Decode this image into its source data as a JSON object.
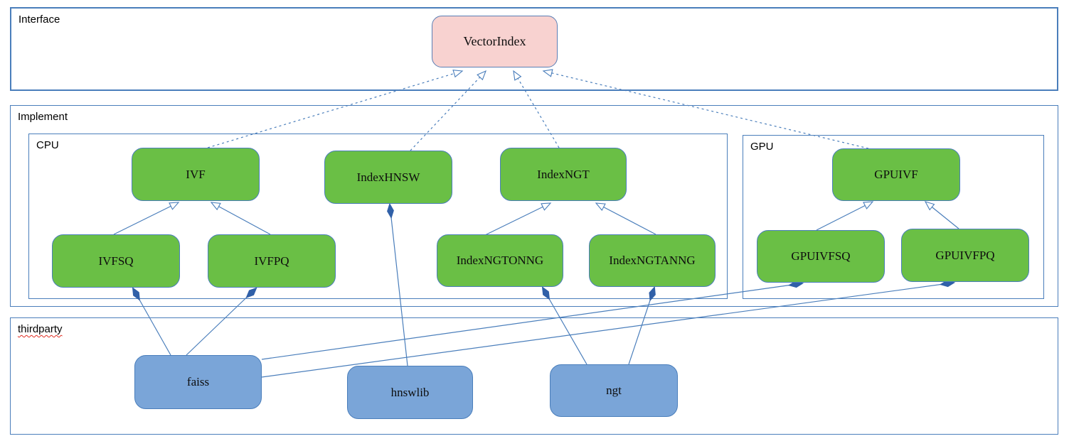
{
  "diagram": {
    "containers": {
      "interface": {
        "label": "Interface"
      },
      "implement": {
        "label": "Implement"
      },
      "cpu": {
        "label": "CPU"
      },
      "gpu": {
        "label": "GPU"
      },
      "thirdparty": {
        "label": "thirdparty",
        "spellcheck_underline": true
      }
    },
    "nodes": {
      "vectorindex": {
        "label": "VectorIndex",
        "group": "interface"
      },
      "ivf": {
        "label": "IVF",
        "group": "cpu"
      },
      "indexhnsw": {
        "label": "IndexHNSW",
        "group": "cpu"
      },
      "indexngt": {
        "label": "IndexNGT",
        "group": "cpu"
      },
      "ivfsq": {
        "label": "IVFSQ",
        "group": "cpu"
      },
      "ivfpq": {
        "label": "IVFPQ",
        "group": "cpu"
      },
      "indexngtonng": {
        "label": "IndexNGTONNG",
        "group": "cpu"
      },
      "indexngtanng": {
        "label": "IndexNGTANNG",
        "group": "cpu"
      },
      "gpuivf": {
        "label": "GPUIVF",
        "group": "gpu"
      },
      "gpuivfsq": {
        "label": "GPUIVFSQ",
        "group": "gpu"
      },
      "gpuivfpq": {
        "label": "GPUIVFPQ",
        "group": "gpu"
      },
      "faiss": {
        "label": "faiss",
        "group": "thirdparty"
      },
      "hnswlib": {
        "label": "hnswlib",
        "group": "thirdparty"
      },
      "ngt": {
        "label": "ngt",
        "group": "thirdparty"
      }
    },
    "edges": [
      {
        "from": "ivf",
        "to": "vectorindex",
        "type": "realization-dashed-hollow-arrow"
      },
      {
        "from": "indexhnsw",
        "to": "vectorindex",
        "type": "realization-dashed-hollow-arrow"
      },
      {
        "from": "indexngt",
        "to": "vectorindex",
        "type": "realization-dashed-hollow-arrow"
      },
      {
        "from": "gpuivf",
        "to": "vectorindex",
        "type": "realization-dashed-hollow-arrow"
      },
      {
        "from": "ivfsq",
        "to": "ivf",
        "type": "generalization-hollow-arrow"
      },
      {
        "from": "ivfpq",
        "to": "ivf",
        "type": "generalization-hollow-arrow"
      },
      {
        "from": "indexngtonng",
        "to": "indexngt",
        "type": "generalization-hollow-arrow"
      },
      {
        "from": "indexngtanng",
        "to": "indexngt",
        "type": "generalization-hollow-arrow"
      },
      {
        "from": "gpuivfsq",
        "to": "gpuivf",
        "type": "generalization-hollow-arrow"
      },
      {
        "from": "gpuivfpq",
        "to": "gpuivf",
        "type": "generalization-hollow-arrow"
      },
      {
        "from": "faiss",
        "to": "ivfsq",
        "type": "composition-filled-diamond"
      },
      {
        "from": "faiss",
        "to": "ivfpq",
        "type": "composition-filled-diamond"
      },
      {
        "from": "faiss",
        "to": "gpuivfsq",
        "type": "composition-filled-diamond"
      },
      {
        "from": "faiss",
        "to": "gpuivfpq",
        "type": "composition-filled-diamond"
      },
      {
        "from": "hnswlib",
        "to": "indexhnsw",
        "type": "composition-filled-diamond"
      },
      {
        "from": "ngt",
        "to": "indexngtonng",
        "type": "composition-filled-diamond"
      },
      {
        "from": "ngt",
        "to": "indexngtanng",
        "type": "composition-filled-diamond"
      }
    ],
    "colors": {
      "interface_node_fill": "#f8d2d0",
      "implement_node_fill": "#6abf45",
      "thirdparty_node_fill": "#7aa5d8",
      "node_border": "#4a7ebb",
      "container_border": "#4a7ebb",
      "edge_line": "#4a7ebb",
      "diamond_fill": "#3060a8",
      "spellcheck_squiggle": "#e02a20",
      "background": "#ffffff"
    }
  }
}
